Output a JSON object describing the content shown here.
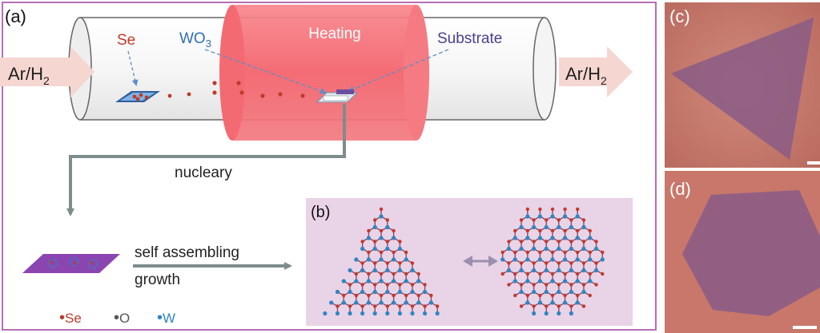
{
  "panels": {
    "a": "(a)",
    "b": "(b)",
    "c": "(c)",
    "d": "(d)"
  },
  "labels": {
    "gas_in": "Ar/H",
    "gas_in_sub": "2",
    "gas_out": "Ar/H",
    "gas_out_sub": "2",
    "se": "Se",
    "wo3": "WO",
    "wo3_sub": "3",
    "heating": "Heating",
    "substrate": "Substrate",
    "nucleary": "nucleary",
    "self_assembling": "self assembling",
    "growth": "growth"
  },
  "legend": [
    {
      "symbol": "•",
      "text": "Se",
      "color": "#c0392b"
    },
    {
      "symbol": "•",
      "text": "O",
      "color": "#8a8a8a"
    },
    {
      "symbol": "•",
      "text": "W",
      "color": "#2e86c1"
    }
  ],
  "colors": {
    "se": "#c0392b",
    "w": "#2e86c1",
    "heater": "#f4606a",
    "panel_b_bg": "#e9d3e6",
    "micrograph_bg": "#c8776a",
    "flake": "#8a5c86",
    "arrow": "#7f8c8d",
    "frame": "#b56fb5"
  }
}
